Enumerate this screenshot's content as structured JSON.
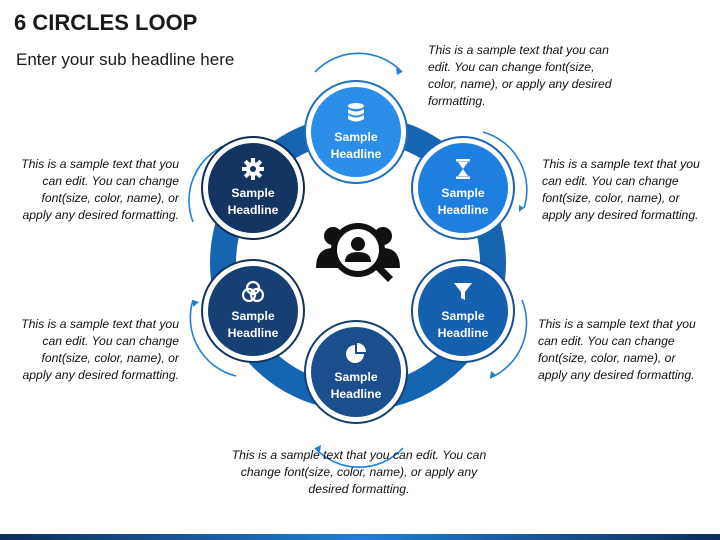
{
  "title": "6 CIRCLES LOOP",
  "subtitle": "Enter your sub headline here",
  "colors": {
    "ring": "#1565b0",
    "node_top": "#2b8ee8",
    "node_right_top": "#1f7fe0",
    "node_right_bottom": "#1660b0",
    "node_bottom": "#1a4e8c",
    "node_left_bottom": "#163f73",
    "node_left_top": "#123561"
  },
  "nodes": [
    {
      "label": "Sample Headline",
      "icon": "database-icon"
    },
    {
      "label": "Sample Headline",
      "icon": "hourglass-icon"
    },
    {
      "label": "Sample Headline",
      "icon": "funnel-icon"
    },
    {
      "label": "Sample Headline",
      "icon": "pie-chart-icon"
    },
    {
      "label": "Sample Headline",
      "icon": "venn-diagram-icon"
    },
    {
      "label": "Sample Headline",
      "icon": "gear-icon"
    }
  ],
  "center_icon": "team-search-icon",
  "texts": {
    "top": "This is a sample text that you can edit. You can change font(size, color, name), or apply any desired formatting.",
    "right_top": "This is a sample text that you can edit. You can change font(size, color, name), or apply any desired formatting.",
    "right_bottom": "This is a sample text that you can edit. You can change font(size, color, name), or apply any desired formatting.",
    "bottom": "This is a sample text that you can edit. You can change font(size, color, name), or apply any desired formatting.",
    "left_bottom": "This is a sample text that you can edit. You can change font(size, color, name), or apply any desired formatting.",
    "left_top": "This is a sample text that you can edit. You can change font(size, color, name), or apply any desired formatting."
  }
}
